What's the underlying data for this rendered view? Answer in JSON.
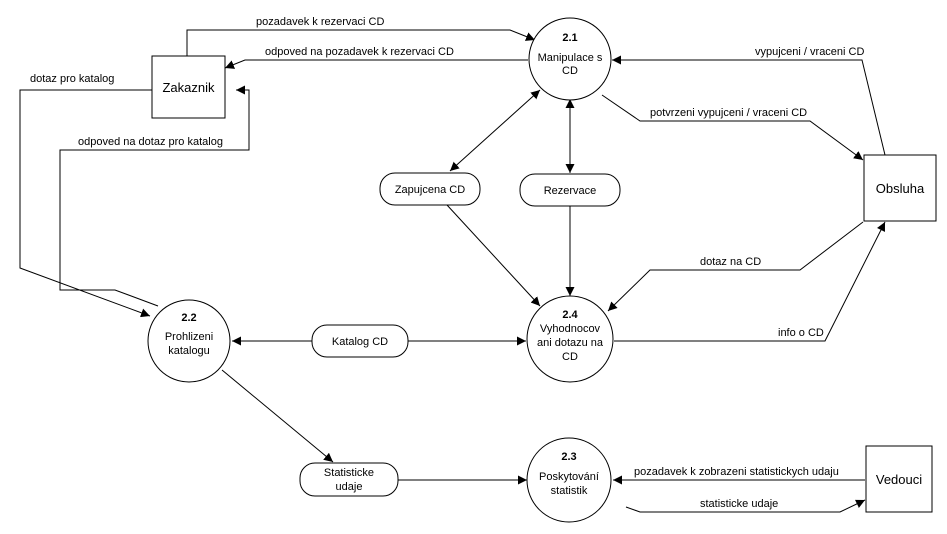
{
  "entities": {
    "zakaznik": "Zakaznik",
    "obsluha": "Obsluha",
    "vedouci": "Vedouci"
  },
  "processes": {
    "p21": {
      "number": "2.1",
      "lines": [
        "Manipulace s",
        "CD"
      ]
    },
    "p22": {
      "number": "2.2",
      "lines": [
        "Prohlizeni",
        "katalogu"
      ]
    },
    "p23": {
      "number": "2.3",
      "lines": [
        "Poskytování",
        "statistik"
      ]
    },
    "p24": {
      "number": "2.4",
      "lines": [
        "Vyhodnocov",
        "ani dotazu na",
        "CD"
      ]
    }
  },
  "stores": {
    "zapujcena": {
      "lines": [
        "Zapujcena CD"
      ]
    },
    "rezervace": {
      "lines": [
        "Rezervace"
      ]
    },
    "katalog": {
      "lines": [
        "Katalog CD"
      ]
    },
    "statisticke": {
      "lines": [
        "Statisticke",
        "udaje"
      ]
    }
  },
  "flows": {
    "pozadavek_rezervace": "pozadavek k rezervaci CD",
    "odpoved_rezervace": "odpoved na pozadavek k rezervaci CD",
    "dotaz_katalog": "dotaz pro katalog",
    "odpoved_katalog": "odpoved na dotaz pro katalog",
    "vypujceni": "vypujceni / vraceni CD",
    "potvrzeni": "potvrzeni vypujceni / vraceni CD",
    "dotaz_cd": "dotaz na CD",
    "info_cd": "info o CD",
    "pozadavek_statistiky": "pozadavek k zobrazeni statistickych udaju",
    "statisticke_udaje": "statisticke udaje"
  }
}
